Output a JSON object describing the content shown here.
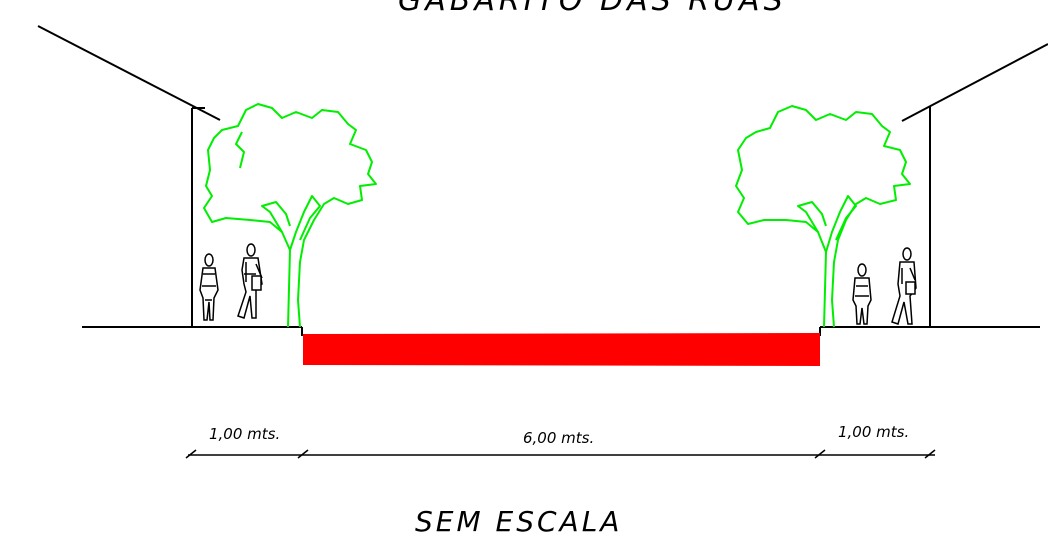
{
  "title": "GABARITO DAS RUAS",
  "scale_note": "SEM ESCALA",
  "dimensions": {
    "left_sidewalk": "1,00 mts.",
    "roadway": "6,00 mts.",
    "right_sidewalk": "1,00 mts."
  },
  "colors": {
    "roadway": "#ff0000",
    "tree": "#00ee00",
    "line": "#000000"
  }
}
